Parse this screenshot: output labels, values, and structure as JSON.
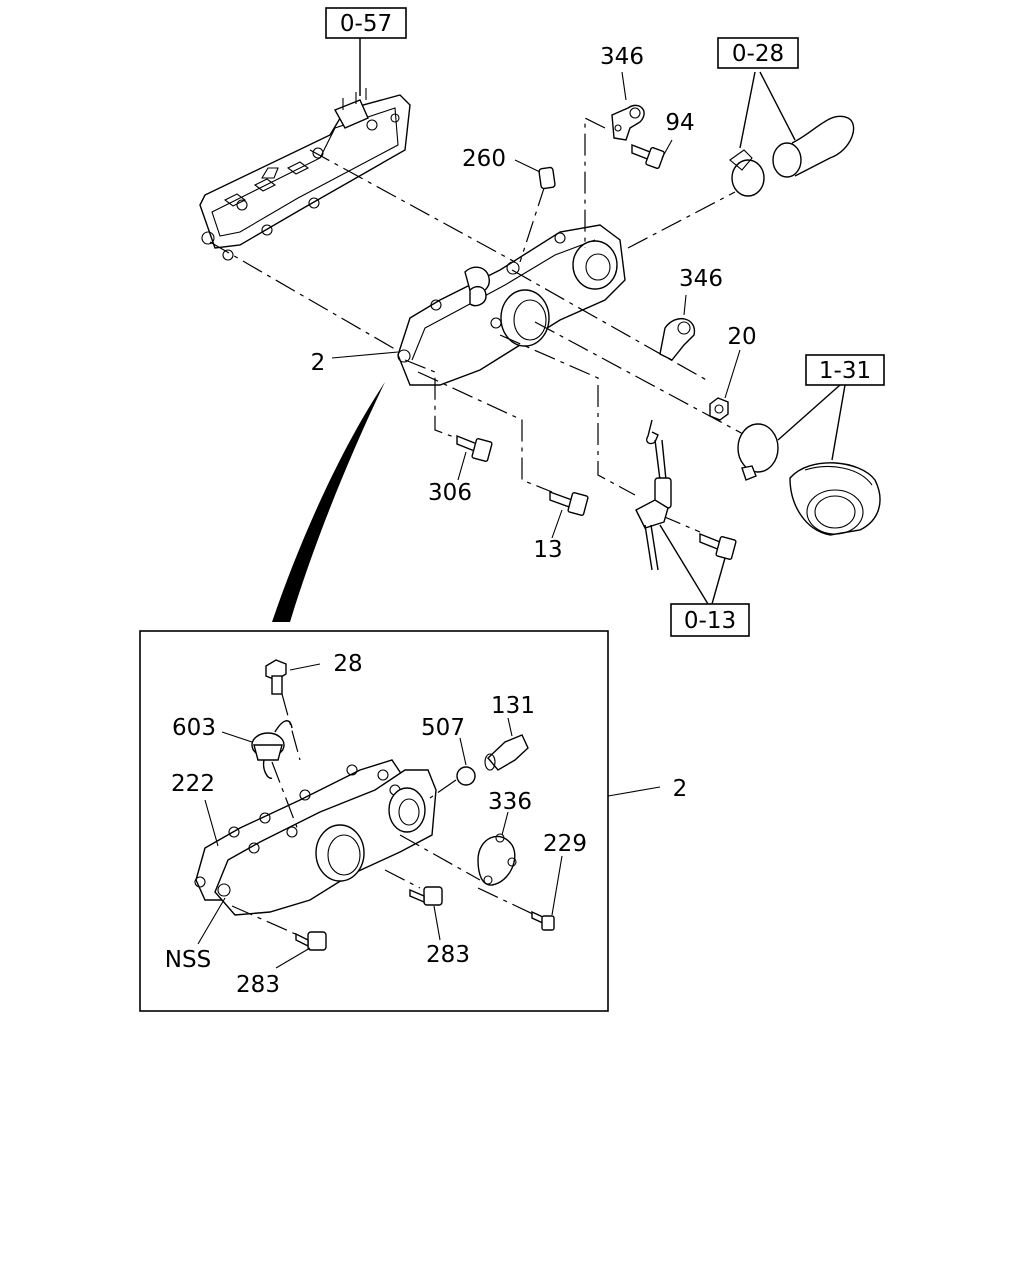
{
  "labels": {
    "ref_057": "0-57",
    "ref_028": "0-28",
    "ref_131": "1-31",
    "ref_013": "0-13",
    "p346a": "346",
    "p94": "94",
    "p260": "260",
    "p346b": "346",
    "p20": "20",
    "p2a": "2",
    "p306": "306",
    "p13": "13",
    "p28": "28",
    "p603": "603",
    "p507": "507",
    "p131": "131",
    "p222": "222",
    "p336": "336",
    "p2b": "2",
    "p229": "229",
    "pNSS": "NSS",
    "p283a": "283",
    "p283b": "283"
  }
}
